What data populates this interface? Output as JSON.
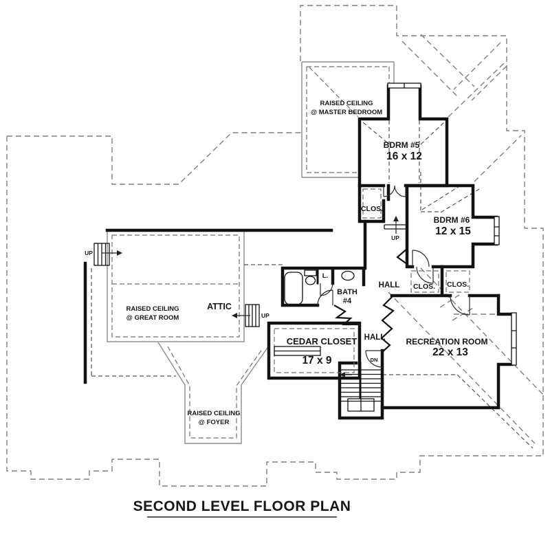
{
  "title": {
    "text": "SECOND LEVEL FLOOR PLAN"
  },
  "labels": {
    "master_ceiling_1": "RAISED CEILING",
    "master_ceiling_2": "@ MASTER BEDROOM",
    "bdrm5_name": "BDRM #5",
    "bdrm5_dims": "16 x 12",
    "bdrm6_name": "BDRM #6",
    "bdrm6_dims": "12 x 15",
    "rec_name": "RECREATION ROOM",
    "rec_dims": "22 x 13",
    "cedar_name": "CEDAR CLOSET",
    "cedar_dims": "17 x 9",
    "bath_1": "BATH",
    "bath_2": "#4",
    "great_ceiling_1": "RAISED CEILING",
    "great_ceiling_2": "@ GREAT ROOM",
    "attic": "ATTIC",
    "foyer_ceiling_1": "RAISED CEILING",
    "foyer_ceiling_2": "@ FOYER",
    "hall_upper": "HALL",
    "hall_lower": "HALL",
    "clos_bdrm5": "CLOS.",
    "clos_left": "CLOS.",
    "clos_right": "CLOS.",
    "linen": "L.",
    "up_left": "UP",
    "up_mid": "UP",
    "up_attic": "UP",
    "down": "DN"
  },
  "colors": {
    "walls": "#121212",
    "roof_dashed": "#7e7e7e",
    "ceiling_outline": "#8a8a8a",
    "background": "#ffffff"
  }
}
